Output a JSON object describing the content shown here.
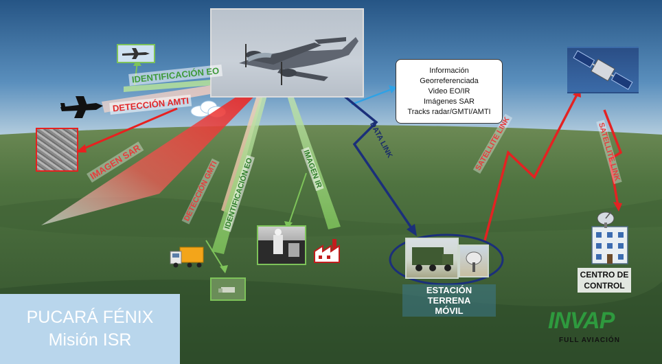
{
  "aircraft": {
    "name": "Pucará Fénix aircraft"
  },
  "sensor_labels": {
    "identificacion_eo_top": "IDENTIFICACIÓN EO",
    "deteccion_amti": "DETECCIÓN AMTI",
    "imagen_sar": "IMAGEN SAR",
    "deteccion_gmti": "DETECCIÓN GMTI",
    "identificacion_eo": "IDENTIFICACIÓN EO",
    "imagen_ir": "IMAGEN IR"
  },
  "links": {
    "data_link": "DATA LINK",
    "satellite_link_up": "SATELLITE LINK",
    "satellite_link_down": "SATELLITE LINK"
  },
  "info_box": {
    "lines": [
      "Información",
      "Georreferenciada",
      "Video EO/IR",
      "Imágenes SAR",
      "Tracks radar/GMTI/AMTI"
    ]
  },
  "ground_station": {
    "line1": "ESTACIÓN TERRENA",
    "line2": "MÓVIL"
  },
  "control_center": {
    "line1": "CENTRO DE",
    "line2": "CONTROL"
  },
  "mission": {
    "line1": "PUCARÁ FÉNIX",
    "line2": "Misión ISR"
  },
  "logo": {
    "main": "INVAP",
    "sub": "FULL AVIACIÓN"
  },
  "colors": {
    "red_beam": "#e8201f",
    "green_beam": "#7ec35a",
    "data_link": "#1b2f7a",
    "satellite_link": "#e42222",
    "info_arrow": "#2ea2e6",
    "mission_box": "#b9d6ec",
    "brand_green": "#2e9a3e"
  }
}
